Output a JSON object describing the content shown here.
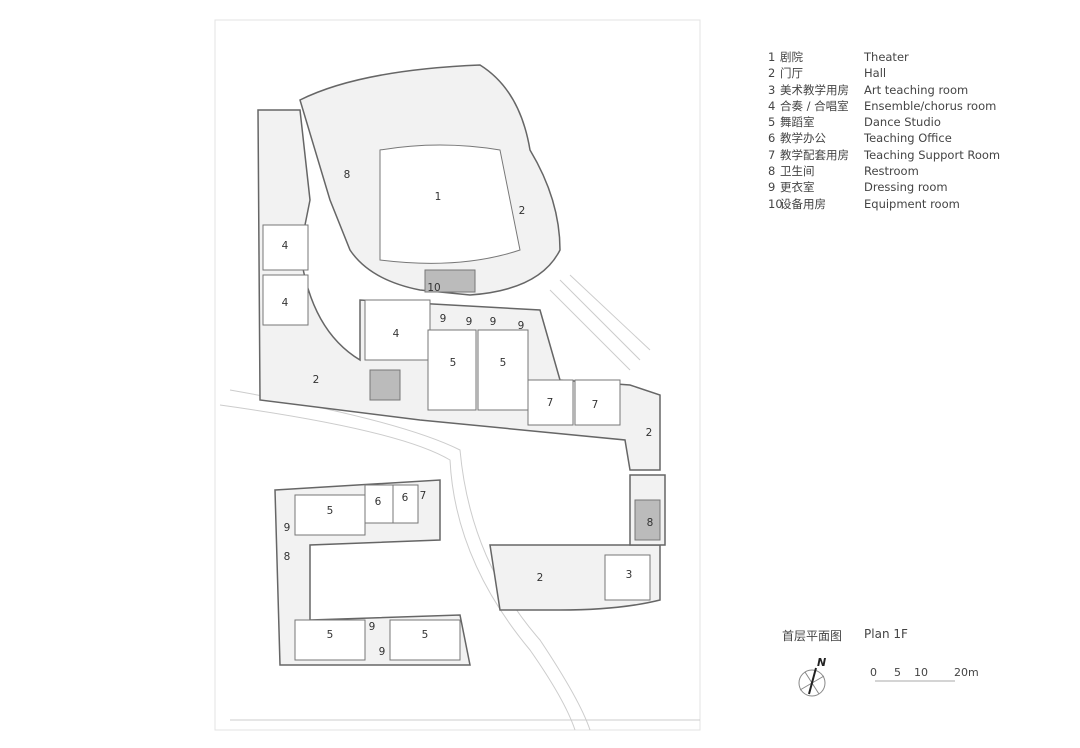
{
  "legend": [
    {
      "num": "1",
      "zh": "剧院",
      "en": "Theater"
    },
    {
      "num": "2",
      "zh": "门厅",
      "en": "Hall"
    },
    {
      "num": "3",
      "zh": "美术教学用房",
      "en": "Art teaching room"
    },
    {
      "num": "4",
      "zh": "合奏 / 合唱室",
      "en": "Ensemble/chorus room"
    },
    {
      "num": "5",
      "zh": "舞蹈室",
      "en": "Dance Studio"
    },
    {
      "num": "6",
      "zh": "教学办公",
      "en": "Teaching Office"
    },
    {
      "num": "7",
      "zh": "教学配套用房",
      "en": "Teaching Support Room"
    },
    {
      "num": "8",
      "zh": "卫生间",
      "en": "Restroom"
    },
    {
      "num": "9",
      "zh": "更衣室",
      "en": "Dressing room"
    },
    {
      "num": "10",
      "zh": "设备用房",
      "en": "Equipment room"
    }
  ],
  "plan_title": {
    "zh": "首层平面图",
    "en": "Plan 1F"
  },
  "north_label": "N",
  "scale_bar": [
    "0",
    "5",
    "10",
    "20m"
  ],
  "room_labels": [
    "1",
    "2",
    "10",
    "4",
    "4",
    "4",
    "9",
    "9",
    "9",
    "9",
    "5",
    "5",
    "7",
    "7",
    "2",
    "2",
    "5",
    "6",
    "6",
    "7",
    "9",
    "8",
    "8",
    "3",
    "2",
    "5",
    "9",
    "9",
    "5",
    "8"
  ]
}
